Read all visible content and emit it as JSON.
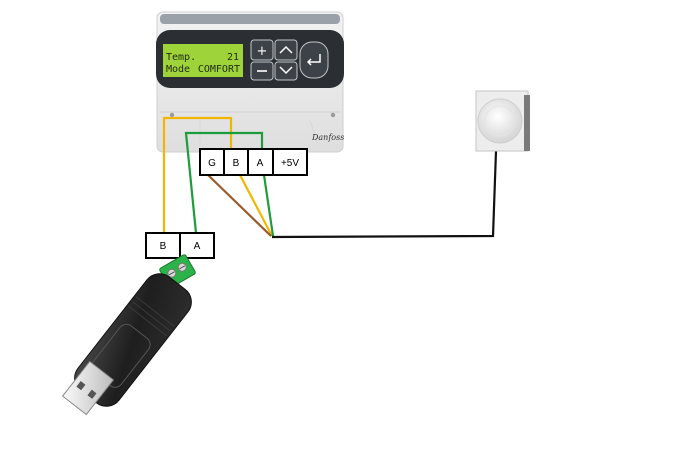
{
  "controller": {
    "lcd_line1_left": "Temp.",
    "lcd_line1_right": "21",
    "lcd_line2_left": "Mode",
    "lcd_line2_right": "COMFORT",
    "brand": "Danfoss",
    "buttons": [
      "+",
      "^",
      "-",
      "v",
      "enter"
    ]
  },
  "controller_terminals": [
    "G",
    "B",
    "A",
    "+5V"
  ],
  "usb_terminals": [
    "B",
    "A"
  ],
  "icons": {
    "usb": "usb-rs485-adapter-icon",
    "sensor": "room-sensor-icon"
  },
  "colors": {
    "wire_yellow": "#f2b600",
    "wire_green": "#1c9c3a",
    "wire_brown": "#9a5a2a",
    "wire_black": "#111111",
    "lcd": "#9ed33a"
  }
}
